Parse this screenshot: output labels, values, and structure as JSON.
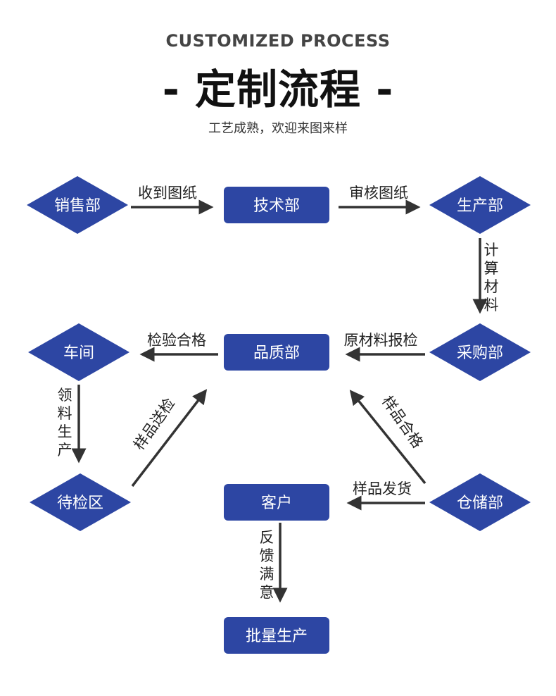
{
  "header": {
    "en_title": "CUSTOMIZED PROCESS",
    "cn_title": "- 定制流程 -",
    "subtitle": "工艺成熟，欢迎来图来样"
  },
  "colors": {
    "node_fill": "#2d46a3",
    "arrow": "#333333",
    "node_text": "#ffffff"
  },
  "nodes": {
    "sales": "销售部",
    "tech": "技术部",
    "production": "生产部",
    "purchasing": "采购部",
    "quality": "品质部",
    "workshop": "车间",
    "inspection_area": "待检区",
    "customer": "客户",
    "warehouse": "仓储部",
    "mass_production": "批量生产"
  },
  "edges": {
    "receive_drawings": "收到图纸",
    "review_drawings": "审核图纸",
    "calc_materials": "计算材料",
    "raw_material_inspect": "原材料报检",
    "inspection_passed": "检验合格",
    "collect_produce": "领料生产",
    "sample_send_inspect": "样品送检",
    "sample_qualified": "样品合格",
    "sample_ship": "样品发货",
    "feedback_satisfied": "反馈满意"
  }
}
